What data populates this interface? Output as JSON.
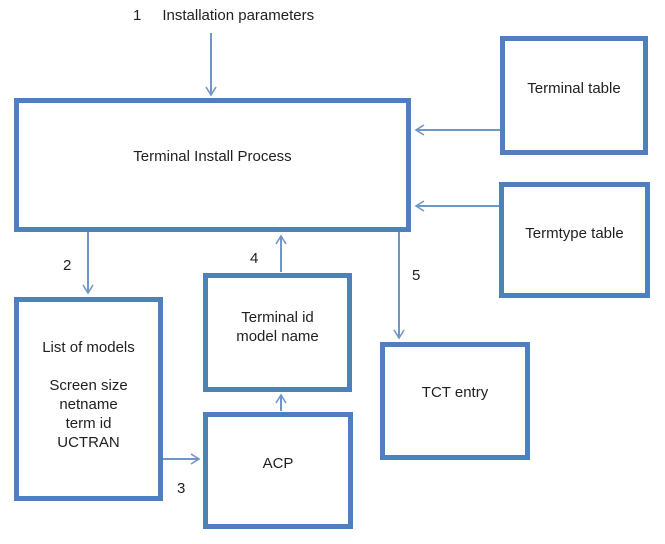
{
  "diagram": {
    "title": "Terminal Install Process flow diagram",
    "colors": {
      "box_border": "#4d80bc",
      "arrow": "#7096c8",
      "text": "#1f1f1f",
      "background": "#ffffff"
    }
  },
  "annotations": {
    "step1": {
      "number": "1",
      "label": "Installation parameters"
    },
    "step2": {
      "number": "2"
    },
    "step3": {
      "number": "3"
    },
    "step4": {
      "number": "4"
    },
    "step5": {
      "number": "5"
    }
  },
  "boxes": {
    "process": {
      "label": "Terminal Install Process"
    },
    "terminal_table": {
      "label": "Terminal table"
    },
    "termtype_table": {
      "label": "Termtype table"
    },
    "list_of_models": {
      "lines": [
        "List of models",
        "",
        "Screen size",
        "netname",
        "term id",
        "UCTRAN"
      ]
    },
    "terminal_id": {
      "lines": [
        "Terminal id",
        "model name"
      ]
    },
    "acp": {
      "label": "ACP"
    },
    "tct_entry": {
      "label": "TCT entry"
    }
  }
}
